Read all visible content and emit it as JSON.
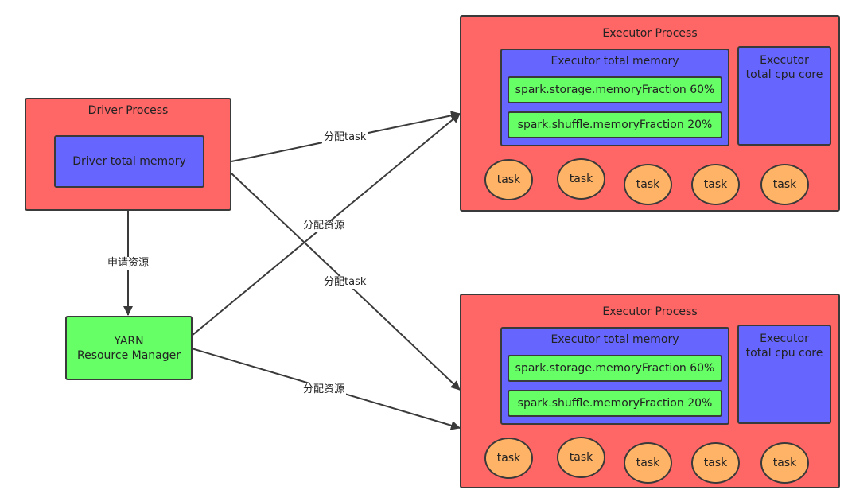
{
  "driver": {
    "title": "Driver Process",
    "memory": "Driver total memory"
  },
  "yarn": {
    "line1": "YARN",
    "line2": "Resource Manager"
  },
  "executors": [
    {
      "title": "Executor Process",
      "memory_title": "Executor total memory",
      "storage_fraction": "spark.storage.memoryFraction 60%",
      "shuffle_fraction": "spark.shuffle.memoryFraction 20%",
      "cpu_line1": "Executor",
      "cpu_line2": "total cpu core",
      "tasks": [
        "task",
        "task",
        "task",
        "task",
        "task"
      ]
    },
    {
      "title": "Executor Process",
      "memory_title": "Executor total memory",
      "storage_fraction": "spark.storage.memoryFraction 60%",
      "shuffle_fraction": "spark.shuffle.memoryFraction 20%",
      "cpu_line1": "Executor",
      "cpu_line2": "total cpu core",
      "tasks": [
        "task",
        "task",
        "task",
        "task",
        "task"
      ]
    }
  ],
  "edges": {
    "driver_to_yarn": "申请资源",
    "driver_to_exec1": "分配task",
    "driver_to_exec2": "分配task",
    "yarn_to_exec1": "分配资源",
    "yarn_to_exec2": "分配资源"
  },
  "colors": {
    "process": "#ff6666",
    "memory": "#6666ff",
    "fraction": "#66ff66",
    "task": "#ffb366",
    "edge": "#3a3a3a"
  }
}
